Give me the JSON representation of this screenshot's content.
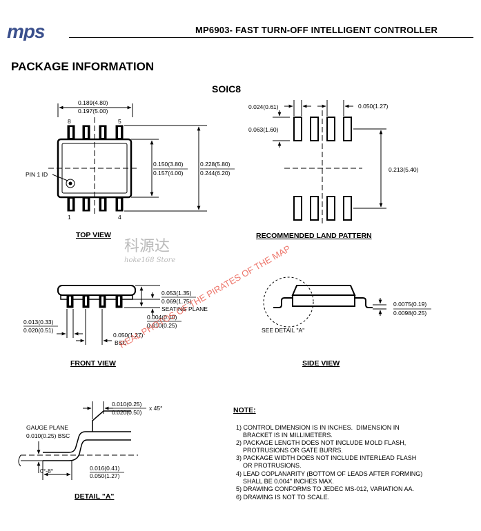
{
  "header": {
    "logo_text": "mps",
    "title": "MP6903- FAST TURN-OFF INTELLIGENT CONTROLLER"
  },
  "section_title": "PACKAGE INFORMATION",
  "package_name": "SOIC8",
  "top_view": {
    "label": "TOP VIEW",
    "pin1_label": "PIN 1 ID",
    "pin_labels": [
      "8",
      "5",
      "1",
      "4"
    ],
    "dims": {
      "body_len_min": "0.189(4.80)",
      "body_len_max": "0.197(5.00)",
      "body_w_min": "0.150(3.80)",
      "body_w_max": "0.157(4.00)",
      "overall_w_min": "0.228(5.80)",
      "overall_w_max": "0.244(6.20)"
    }
  },
  "land_pattern": {
    "label": "RECOMMENDED LAND PATTERN",
    "dims": {
      "pad_width": "0.024(0.61)",
      "pitch": "0.050(1.27)",
      "pad_length": "0.063(1.60)",
      "row_span": "0.213(5.40)"
    }
  },
  "front_view": {
    "label": "FRONT VIEW",
    "dims": {
      "height_min": "0.053(1.35)",
      "height_max": "0.069(1.75)",
      "seating_plane": "SEATING PLANE",
      "standoff_min": "0.004(0.10)",
      "standoff_max": "0.010(0.25)",
      "lead_w_min": "0.013(0.33)",
      "lead_w_max": "0.020(0.51)",
      "pitch": "0.050(1.27)",
      "pitch_note": "BSC"
    }
  },
  "side_view": {
    "label": "SIDE VIEW",
    "see_detail": "SEE DETAIL \"A\"",
    "dims": {
      "lead_t_min": "0.0075(0.19)",
      "lead_t_max": "0.0098(0.25)"
    }
  },
  "detail_a": {
    "label": "DETAIL \"A\"",
    "gauge_plane": "GAUGE PLANE",
    "gauge_dim": "0.010(0.25) BSC",
    "angle": "0°-8°",
    "dims": {
      "chamfer_min": "0.010(0.25)",
      "chamfer_max": "0.020(0.50)",
      "chamfer_angle": "x 45°",
      "foot_min": "0.016(0.41)",
      "foot_max": "0.050(1.27)"
    }
  },
  "notes": {
    "title": "NOTE:",
    "lines": [
      "1) CONTROL DIMENSION IS IN INCHES.  DIMENSION IN",
      "    BRACKET IS IN MILLIMETERS.",
      "2) PACKAGE LENGTH DOES NOT INCLUDE MOLD FLASH,",
      "    PROTRUSIONS OR GATE BURRS.",
      "3) PACKAGE WIDTH DOES NOT INCLUDE INTERLEAD FLASH",
      "    OR PROTRUSIONS.",
      "4) LEAD COPLANARITY (BOTTOM OF LEADS AFTER FORMING)",
      "    SHALL BE 0.004\" INCHES MAX.",
      "5) DRAWING CONFORMS TO JEDEC MS-012, VARIATION AA.",
      "6) DRAWING IS NOT TO SCALE."
    ]
  },
  "watermarks": {
    "cn_store": "科源达",
    "store_name": "hoke168 Store",
    "red_text": "REAL PHOTOS OF THE PIRATES OF THE MAP"
  }
}
